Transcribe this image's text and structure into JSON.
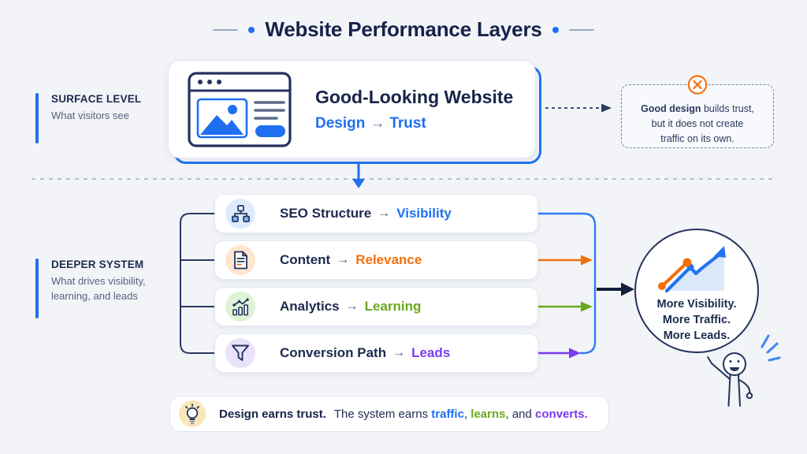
{
  "header": {
    "title": "Website Performance Layers"
  },
  "side_labels": {
    "surface": {
      "heading": "SURFACE LEVEL",
      "subtext": "What visitors see"
    },
    "deeper": {
      "heading": "DEEPER SYSTEM",
      "subtext_line1": "What drives visibility,",
      "subtext_line2": "learning, and leads"
    }
  },
  "surface_card": {
    "icon": "browser-window-icon",
    "title": "Good-Looking Website",
    "from_label": "Design",
    "arrow": "→",
    "to_label": "Trust"
  },
  "annotation": {
    "icon": "cancel-circle-icon",
    "lead_bold": "Good design",
    "line1_rest": " builds trust,",
    "line2": "but it does not create",
    "line3": "traffic on its own."
  },
  "system_rows": [
    {
      "label": "SEO Structure",
      "arrow": "→",
      "result": "Visibility",
      "result_color": "#1f6ff2",
      "icon": "sitemap-icon",
      "icon_bg": "#ddeafd"
    },
    {
      "label": "Content",
      "arrow": "→",
      "result": "Relevance",
      "result_color": "#f4700c",
      "icon": "document-icon",
      "icon_bg": "#fde5d0"
    },
    {
      "label": "Analytics",
      "arrow": "→",
      "result": "Learning",
      "result_color": "#69a91c",
      "icon": "bar-chart-icon",
      "icon_bg": "#dff2d8"
    },
    {
      "label": "Conversion Path",
      "arrow": "→",
      "result": "Leads",
      "result_color": "#7a3bf0",
      "icon": "funnel-icon",
      "icon_bg": "#eae2fb"
    }
  ],
  "outcome_circle": {
    "icon": "growth-chart-icon",
    "line1": "More Visibility.",
    "line2": "More Traffic.",
    "line3": "More Leads."
  },
  "footer": {
    "icon": "lightbulb-icon",
    "lead_bold": "Design earns trust.",
    "body_prefix": "The system earns ",
    "word_traffic": "traffic",
    "sep1": ", ",
    "word_learns": "learns",
    "sep2": ", and ",
    "word_converts": "converts.",
    "traffic_color": "#1f6ff2",
    "learns_color": "#69a91c",
    "converts_color": "#7a3bf0"
  },
  "colors": {
    "accent_blue": "#1f6ff2",
    "navy": "#1e2a4d",
    "orange": "#f4700c",
    "green": "#69a91c",
    "purple": "#7a3bf0",
    "bracket_blue": "#2e7cf0"
  }
}
